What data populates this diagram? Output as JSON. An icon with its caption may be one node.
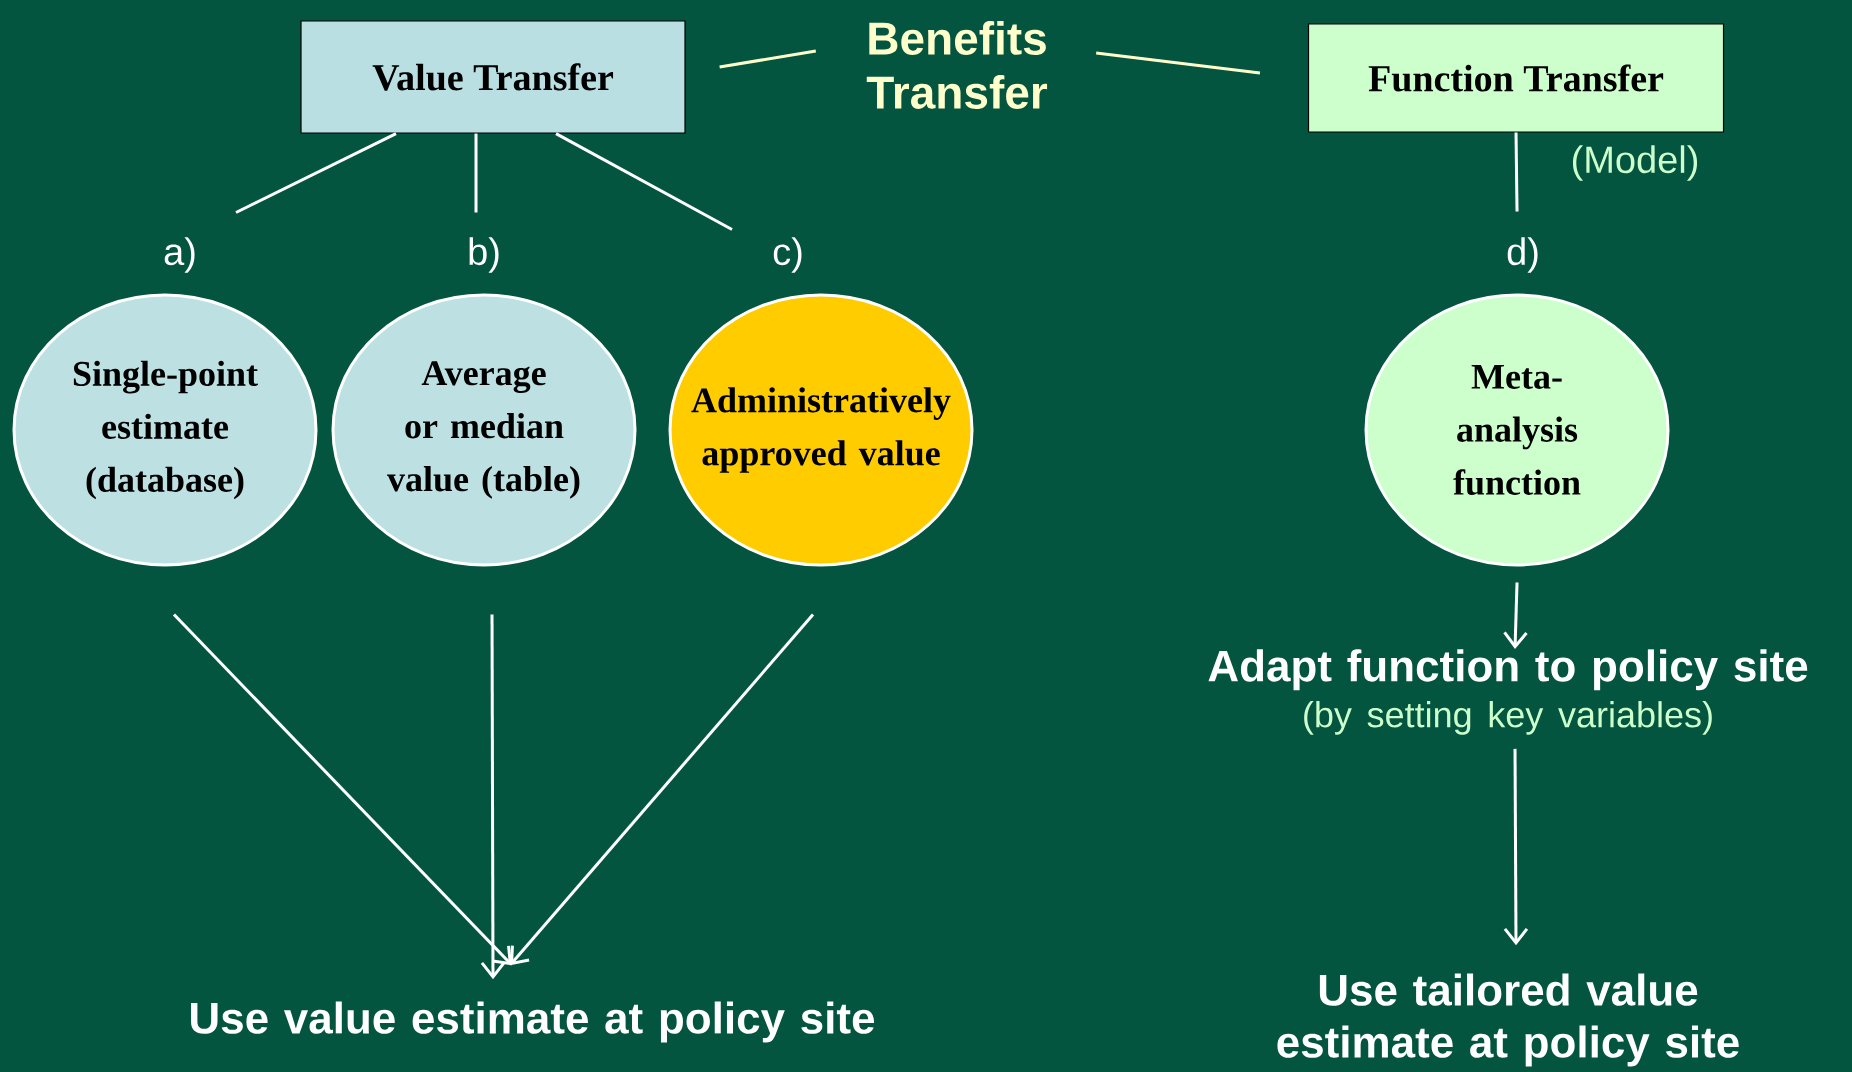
{
  "diagram": {
    "nodes": [
      {
        "text": [
          "Benefits Transfer"
        ]
      },
      {
        "text": [
          "Value Transfer"
        ]
      },
      {
        "text": [
          "Function Transfer"
        ],
        "beside": [
          "(Model)"
        ]
      },
      {
        "text": [
          "Single-point estimate (database)"
        ],
        "beside": [
          "a)"
        ]
      },
      {
        "text": [
          "Average or median value (table)"
        ],
        "beside": [
          "b)"
        ]
      },
      {
        "text": [
          "Administratively approved value"
        ],
        "beside": [
          "c)"
        ]
      },
      {
        "text": [
          "Meta-analysis function"
        ],
        "beside": [
          "d)"
        ]
      },
      {
        "text": [
          "Use value estimate at policy site"
        ]
      },
      {
        "text": [
          "Adapt function to policy site",
          "(by setting key variables)"
        ]
      },
      {
        "text": [
          "Use tailored value estimate at policy site"
        ]
      }
    ],
    "edges": [
      {
        "from": 1,
        "to": 0,
        "arrow": "none",
        "color": "#ffffcc"
      },
      {
        "from": 0,
        "to": 2,
        "arrow": "none",
        "color": "#ffffcc"
      },
      {
        "from": 1,
        "to": 3,
        "arrow": "none"
      },
      {
        "from": 1,
        "to": 4,
        "arrow": "none"
      },
      {
        "from": 1,
        "to": 5,
        "arrow": "none"
      },
      {
        "from": 2,
        "to": 6,
        "arrow": "none"
      },
      {
        "from": 3,
        "to": 7,
        "arrow": "to"
      },
      {
        "from": 4,
        "to": 7,
        "arrow": "to"
      },
      {
        "from": 5,
        "to": 7,
        "arrow": "to"
      },
      {
        "from": 6,
        "to": 8,
        "arrow": "to"
      },
      {
        "from": 8,
        "to": 9,
        "arrow": "to"
      }
    ]
  }
}
